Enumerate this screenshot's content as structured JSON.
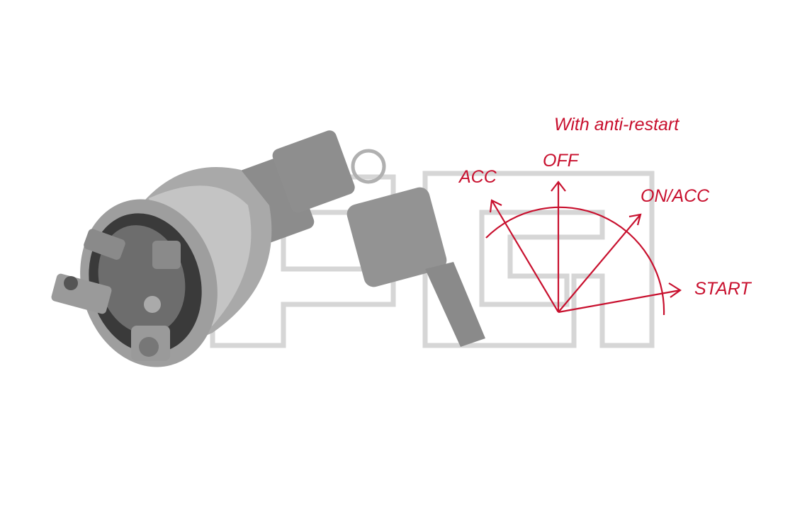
{
  "diagram": {
    "title": "With anti-restart",
    "positions": [
      "ACC",
      "OFF",
      "ON/ACC",
      "START"
    ],
    "accent_color": "#c8102e"
  },
  "watermark": {
    "text": "AEH"
  }
}
